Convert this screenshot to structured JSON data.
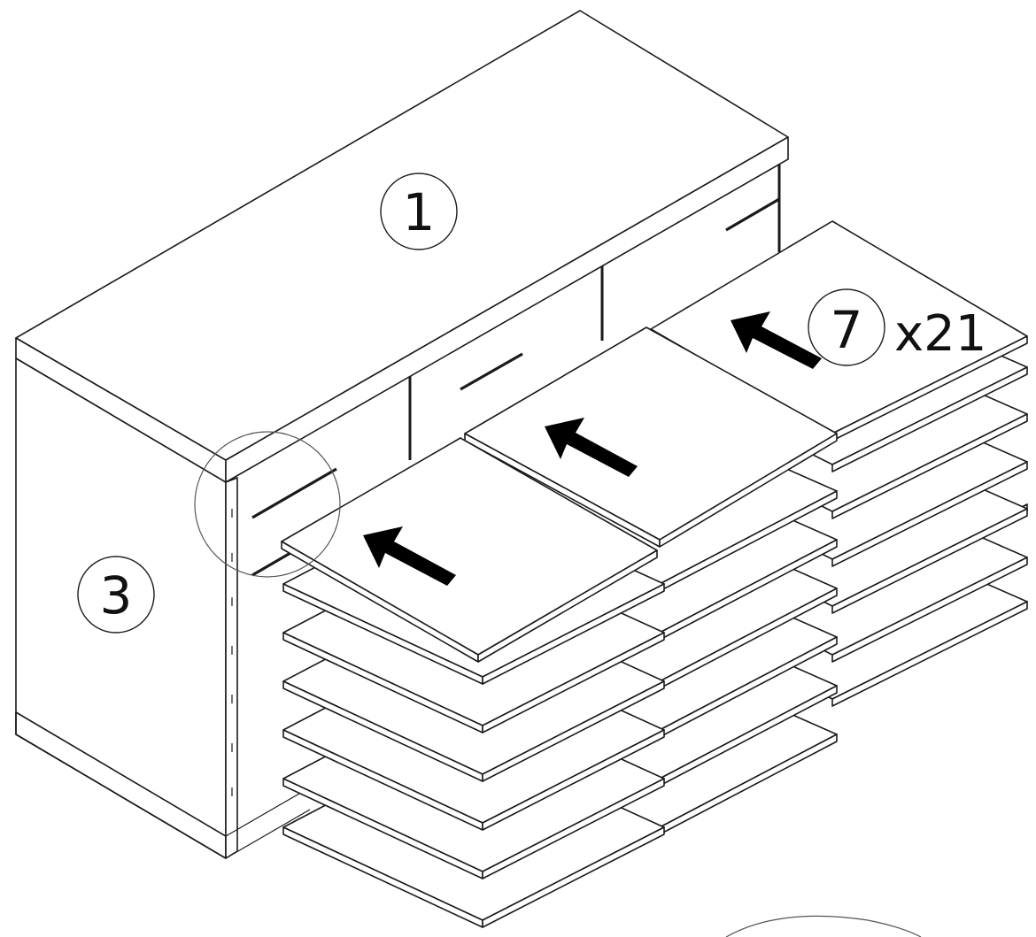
{
  "callouts": {
    "top_panel": "1",
    "side_panel": "3",
    "shelf_part": "7"
  },
  "shelf_quantity": "x21",
  "colors": {
    "line": "#1a1a1a",
    "fill": "#ffffff",
    "arrow": "#000000"
  }
}
